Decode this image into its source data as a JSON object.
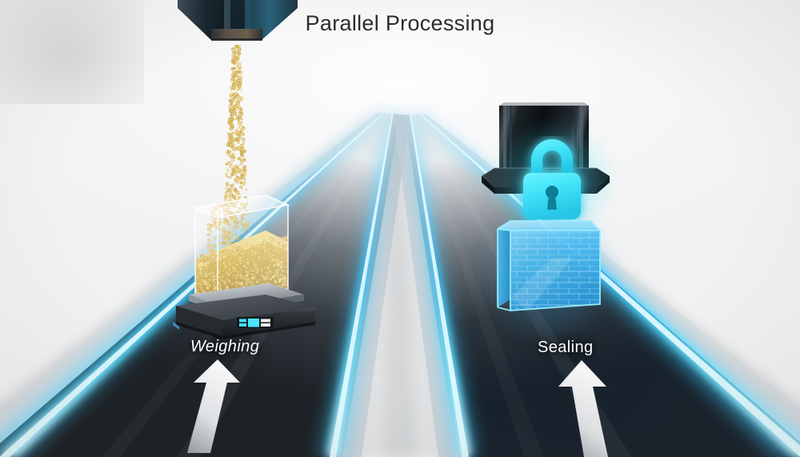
{
  "scene": {
    "title": "Parallel Processing",
    "background_color": "#f4f4f4",
    "accent_cyan": "#3fe1ff",
    "accent_blue": "#2fa8e8",
    "belt_dark": "#1d2226",
    "gold": "#d9b548"
  },
  "lines": [
    {
      "id": "left",
      "label": "Weighing",
      "label_style": "italic",
      "direction_arrow": "up-arrow-icon",
      "station": {
        "name": "weighing-station",
        "machine": "funnel-hopper",
        "machine_icon": "funnel-icon",
        "product": "glass-container",
        "product_fill": "gold-granules",
        "readout_color": "#3fe1ff"
      }
    },
    {
      "id": "right",
      "label": "Sealing",
      "label_style": "normal",
      "direction_arrow": "up-arrow-icon",
      "station": {
        "name": "sealing-station",
        "machine": "sealing-press-gantry",
        "machine_icon": "lock-icon",
        "product": "sealed-cube",
        "product_fill": "brick-pattern",
        "readout_color": "#3fe1ff"
      }
    }
  ]
}
